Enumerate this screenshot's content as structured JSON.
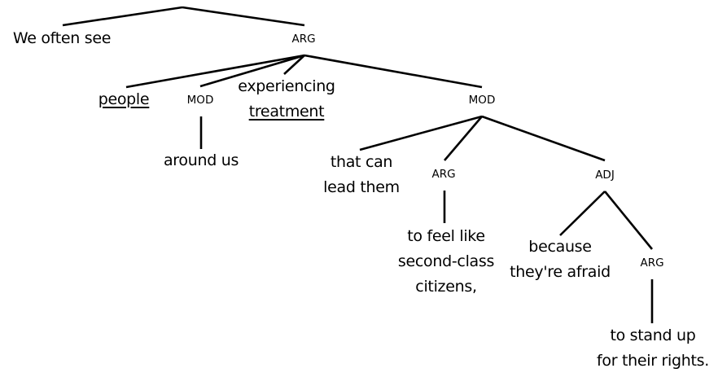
{
  "diagram": {
    "type": "dependency-tree",
    "nodes": {
      "we_often_see": {
        "lines": [
          "We often see"
        ],
        "kind": "word"
      },
      "arg_root": {
        "lines": [
          "ARG"
        ],
        "kind": "label"
      },
      "people": {
        "lines": [
          "people"
        ],
        "kind": "word",
        "underlined": true
      },
      "mod_1": {
        "lines": [
          "MOD"
        ],
        "kind": "label"
      },
      "experiencing": {
        "lines": [
          "experiencing"
        ],
        "kind": "word"
      },
      "treatment": {
        "lines": [
          "treatment"
        ],
        "kind": "word",
        "underlined": true
      },
      "mod_2": {
        "lines": [
          "MOD"
        ],
        "kind": "label"
      },
      "around_us": {
        "lines": [
          "around us"
        ],
        "kind": "word"
      },
      "that_can": {
        "lines": [
          "that can",
          "lead them"
        ],
        "kind": "word"
      },
      "arg_2": {
        "lines": [
          "ARG"
        ],
        "kind": "label"
      },
      "adj": {
        "lines": [
          "ADJ"
        ],
        "kind": "label"
      },
      "to_feel": {
        "lines": [
          "to feel like",
          "second-class",
          "citizens,"
        ],
        "kind": "word"
      },
      "because": {
        "lines": [
          "because",
          "they're afraid"
        ],
        "kind": "word"
      },
      "arg_3": {
        "lines": [
          "ARG"
        ],
        "kind": "label"
      },
      "to_stand": {
        "lines": [
          "to stand up",
          "for their rights."
        ],
        "kind": "word"
      }
    },
    "edges": [
      [
        "root",
        "we_often_see"
      ],
      [
        "root",
        "arg_root"
      ],
      [
        "arg_root",
        "people"
      ],
      [
        "arg_root",
        "mod_1"
      ],
      [
        "arg_root",
        "experiencing"
      ],
      [
        "arg_root",
        "mod_2"
      ],
      [
        "mod_1",
        "around_us"
      ],
      [
        "mod_2",
        "that_can"
      ],
      [
        "mod_2",
        "arg_2"
      ],
      [
        "mod_2",
        "adj"
      ],
      [
        "arg_2",
        "to_feel"
      ],
      [
        "adj",
        "because"
      ],
      [
        "adj",
        "arg_3"
      ],
      [
        "arg_3",
        "to_stand"
      ]
    ]
  }
}
